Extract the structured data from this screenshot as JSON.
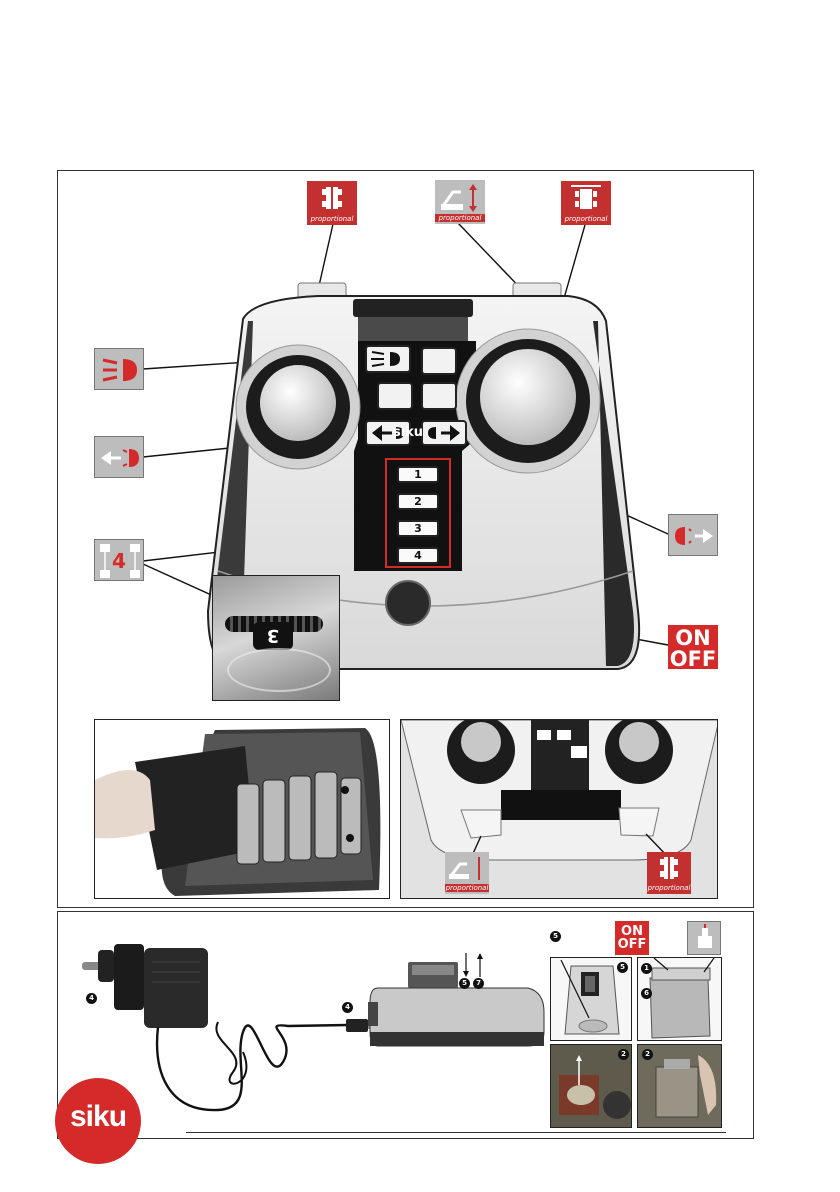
{
  "icons": {
    "tag_label": "proportional",
    "light_icon": "headlight-icon",
    "indicator_left_icon": "indicator-left-icon",
    "indicator_right_icon": "indicator-right-icon",
    "all_wheel_icon": "four-wheel-steering-icon",
    "drive_icon": "drive-forward-backward-icon",
    "steer_icon": "steering-left-right-icon",
    "lift_icon": "lift-up-down-icon"
  },
  "remote": {
    "channel_buttons": [
      "1",
      "2",
      "3",
      "4"
    ],
    "all_wheel_number": "4",
    "dial_value": "3",
    "logo_text": "siku"
  },
  "power": {
    "on_label": "ON",
    "off_label": "OFF"
  },
  "charger_panel": {
    "plug_marker": "4",
    "cable_marker": "4",
    "arrow_steps": [
      "5",
      "7"
    ],
    "step_photos": [
      {
        "marker": "5",
        "badge": "5"
      },
      {
        "marker": "1",
        "badge": "6"
      },
      {
        "marker": "2"
      },
      {
        "marker": "2"
      }
    ]
  },
  "brand": {
    "logo_text": "siku"
  },
  "colors": {
    "accent": "#c23030",
    "onoff": "#d42a2a",
    "frame": "#333333"
  }
}
